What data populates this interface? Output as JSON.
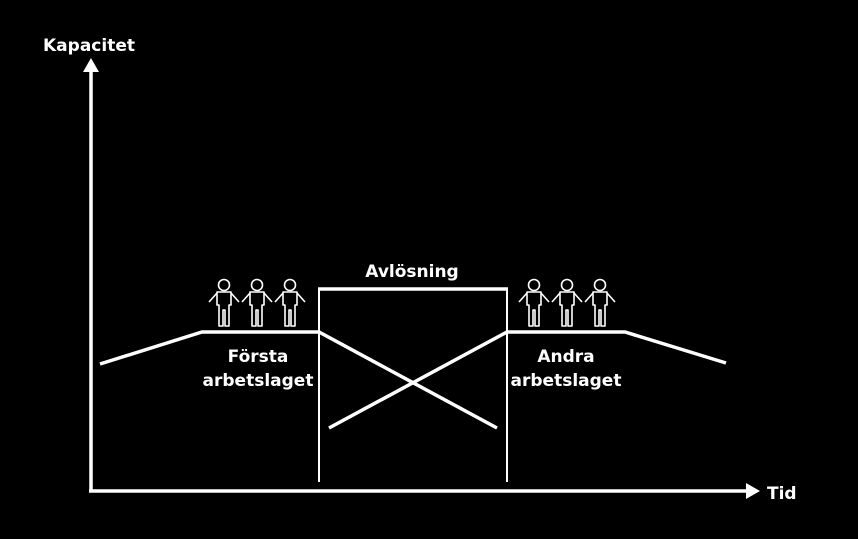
{
  "diagram": {
    "y_axis_label": "Kapacitet",
    "x_axis_label": "Tid",
    "handover_label": "Avlösning",
    "first_team": {
      "line1": "Första",
      "line2": "arbetslaget"
    },
    "second_team": {
      "line1": "Andra",
      "line2": "arbetslaget"
    }
  },
  "colors": {
    "background": "#000000",
    "foreground": "#ffffff"
  },
  "icons": [
    "person-icon"
  ]
}
